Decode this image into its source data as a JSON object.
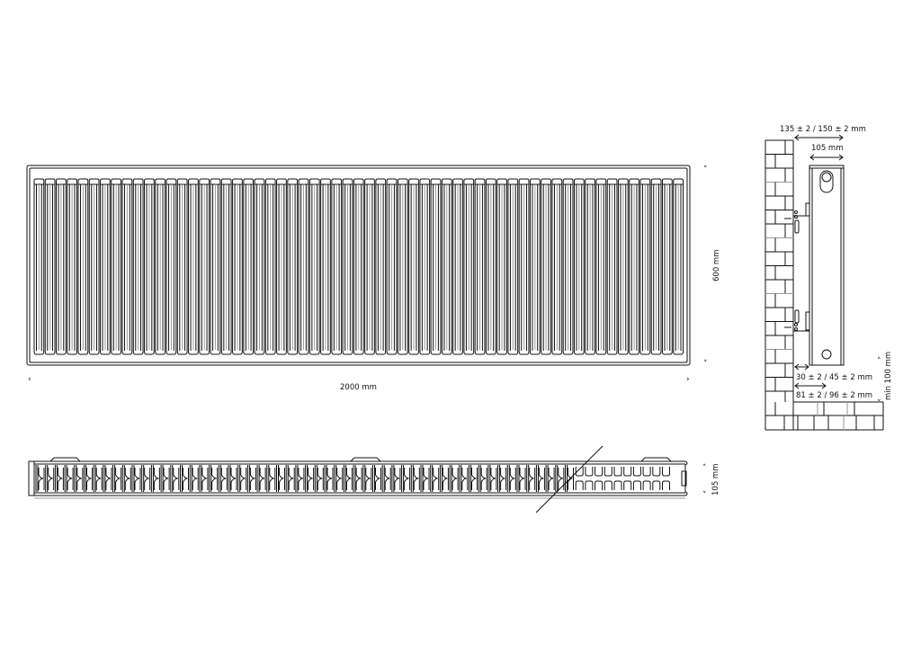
{
  "drawing": {
    "subject": "panel radiator technical drawing",
    "front_view": {
      "width_label": "2000 mm",
      "height_label": "600 mm",
      "fin_count": 59,
      "arrow_left": "‹",
      "arrow_right": "›",
      "arrow_up": "˄",
      "arrow_down": "˅"
    },
    "top_view": {
      "depth_label": "105 mm",
      "arrow_up": "˄",
      "arrow_down": "˅"
    },
    "side_view": {
      "wall_gap_label": "135 ± 2 / 150 ± 2 mm",
      "radiator_depth_label": "105 mm",
      "bracket_offset_label": "30 ± 2 / 45 ± 2 mm",
      "total_offset_label": "81 ± 2 / 96 ± 2 mm",
      "floor_clearance_label": "min 100 mm",
      "arrow_up": "˄",
      "arrow_down": "˅"
    }
  },
  "colors": {
    "line": "#111111",
    "thin_line": "#999999",
    "background": "#ffffff"
  }
}
